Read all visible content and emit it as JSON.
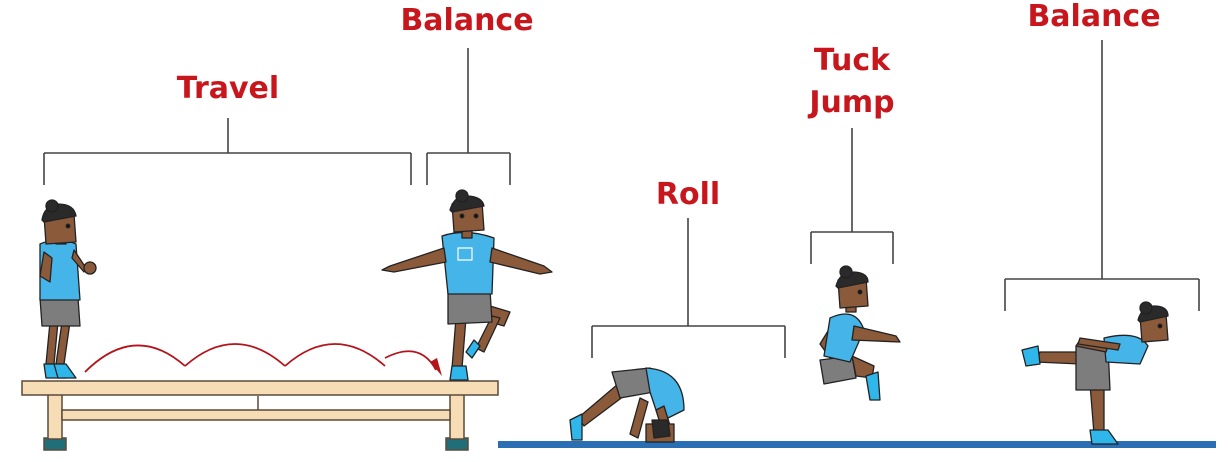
{
  "labels": {
    "travel": "Travel",
    "balance_1": "Balance",
    "roll": "Roll",
    "tuck_line1": "Tuck",
    "tuck_line2": "Jump",
    "balance_2": "Balance"
  },
  "colors": {
    "label": "#c8161d",
    "bracket": "#444444",
    "skin": "#8a5a3a",
    "shirt": "#45b4e8",
    "shorts": "#7d7d7d",
    "hair": "#2a2a2a",
    "shoes": "#2fb6ea",
    "bench": "#f6ddb5",
    "bench_outline": "#5a4a3a",
    "bench_feet": "#1f6e78",
    "mat": "#2a6fb3",
    "arc": "#b3141c"
  }
}
